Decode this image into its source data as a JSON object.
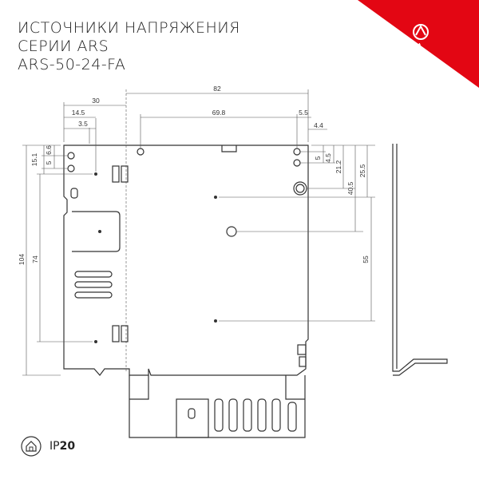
{
  "header": {
    "line1": "ИСТОЧНИКИ НАПРЯЖЕНИЯ",
    "line2": "СЕРИИ ARS",
    "line3": "ARS-50-24-FA"
  },
  "brand": {
    "name": "arlight",
    "color": "#e30613"
  },
  "protection": {
    "prefix": "IP",
    "value": "20"
  },
  "dimensions": {
    "top": [
      "82",
      "30",
      "14.5",
      "3.5",
      "69.8",
      "5.5",
      "4.4"
    ],
    "left": [
      "15.1",
      "6.6",
      "5",
      "104",
      "74"
    ],
    "right": [
      "5",
      "4.5",
      "21.2",
      "40.5",
      "25.5",
      "55"
    ]
  }
}
